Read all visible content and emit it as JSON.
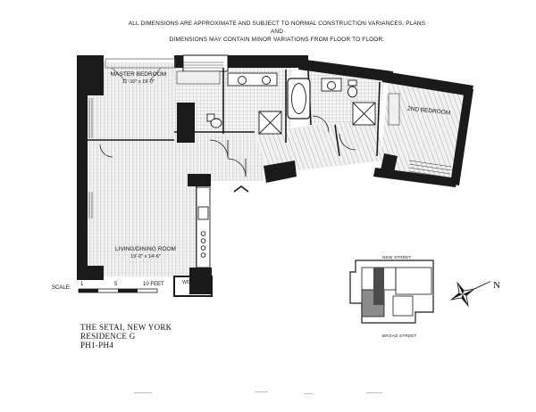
{
  "disclaimer": {
    "line1": "ALL DIMENSIONS ARE APPROXIMATE AND SUBJECT TO NORMAL CONSTRUCTION VARIANCES.  PLANS AND",
    "line2": "DIMENSIONS MAY CONTAIN MINOR VARIATIONS FROM FLOOR TO FLOOR."
  },
  "rooms": {
    "master": {
      "name": "MASTER BEDROOM",
      "dim": "11'-10\" x 19'-0\""
    },
    "living": {
      "name": "LIVING/DINING ROOM",
      "dim": "19'-0\" x 14'-6\""
    },
    "second": {
      "name": "2ND BEDROOM"
    },
    "laundry": {
      "name": "W/D"
    }
  },
  "scale": {
    "label": "SCALE:",
    "tick1": "1",
    "tick2": "5",
    "tick3": "10 FEET"
  },
  "title": {
    "line1": "THE SETAI, NEW YORK",
    "line2": "RESIDENCE G",
    "line3": "PH1-PH4"
  },
  "keyplan": {
    "street_top": "NEW STREET",
    "street_bottom": "BROAD STREET"
  },
  "compass": {
    "label": "N"
  }
}
